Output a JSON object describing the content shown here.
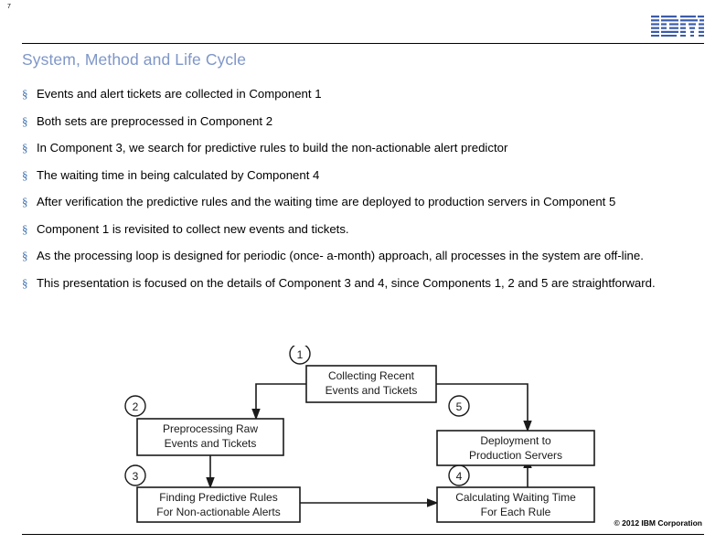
{
  "slide": {
    "page_number": "7",
    "title": "System, Method and Life Cycle",
    "bullet_mark": "§",
    "bullets": [
      "Events and alert tickets are collected in Component 1",
      "Both sets are preprocessed in Component 2",
      "In Component 3, we search for predictive rules to build the non-actionable alert predictor",
      "The waiting time in being calculated by Component 4",
      "After verification the predictive rules and the waiting time are deployed to production servers in Component 5",
      "Component 1 is revisited to collect new events and tickets.",
      "As the processing loop is designed for periodic (once- a-month) approach, all processes in the system are off-line.",
      "This presentation is focused on the details of Component 3 and 4, since Components 1, 2 and 5 are straightforward."
    ],
    "copyright": "© 2012 IBM Corporation",
    "logo_text": "IBM"
  },
  "diagram": {
    "nodes": [
      {
        "id": "1",
        "badge": "1",
        "line1": "Collecting Recent",
        "line2": "Events and Tickets"
      },
      {
        "id": "2",
        "badge": "2",
        "line1": "Preprocessing Raw",
        "line2": "Events and Tickets"
      },
      {
        "id": "3",
        "badge": "3",
        "line1": "Finding Predictive Rules",
        "line2": "For Non-actionable Alerts"
      },
      {
        "id": "4",
        "badge": "4",
        "line1": "Calculating Waiting Time",
        "line2": "For Each Rule"
      },
      {
        "id": "5",
        "badge": "5",
        "line1": "Deployment to",
        "line2": "Production Servers"
      }
    ]
  },
  "colors": {
    "title": "#7e96c8",
    "bullet_mark": "#3a6fb0",
    "text": "#000000",
    "rule": "#000000",
    "diagram_stroke": "#1a1a1a"
  }
}
